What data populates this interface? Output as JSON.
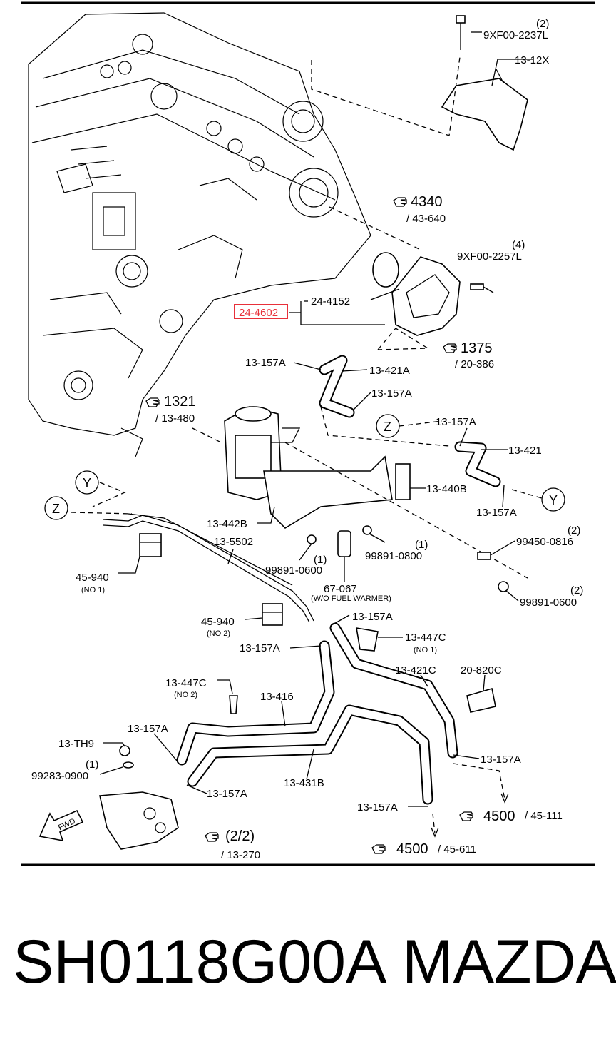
{
  "diagram": {
    "labels": {
      "p_9xf00_2237l": "9XF00-2237L",
      "q_2": "(2)",
      "p_13_12x": "13-12X",
      "ref_4340": "4340",
      "ref_4340_sub": "/ 43-640",
      "q_4": "(4)",
      "p_9xf00_2257l": "9XF00-2257L",
      "p_24_4152": "24-4152",
      "p_24_4602": "24-4602",
      "ref_1375": "1375",
      "ref_1375_sub": "/ 20-386",
      "p_13_157a_1": "13-157A",
      "p_13_421a": "13-421A",
      "p_13_157a_2": "13-157A",
      "ref_1321": "1321",
      "ref_1321_sub": "/ 13-480",
      "z_upper": "Z",
      "p_13_157a_3": "13-157A",
      "p_13_421": "13-421",
      "p_13_440b": "13-440B",
      "p_13_157a_4": "13-157A",
      "y_upper": "Y",
      "y_left": "Y",
      "z_left": "Z",
      "p_13_442b": "13-442B",
      "p_13_5502": "13-5502",
      "q_1a": "(1)",
      "p_99891_0800": "99891-0800",
      "q_2b": "(2)",
      "p_99450_0816": "99450-0816",
      "q_1b": "(1)",
      "p_99891_0600a": "99891-0600",
      "p_67_067": "67-067",
      "p_67_067_note": "(W/O FUEL WARMER)",
      "p_45_940a": "45-940",
      "p_45_940a_note": "(NO 1)",
      "q_2c": "(2)",
      "p_99891_0600b": "99891-0600",
      "p_45_940b": "45-940",
      "p_45_940b_note": "(NO 2)",
      "p_13_157a_5": "13-157A",
      "p_13_157a_6": "13-157A",
      "p_13_447c_a": "13-447C",
      "p_13_447c_a_note": "(NO 1)",
      "p_13_421c": "13-421C",
      "p_20_820c": "20-820C",
      "p_13_447c_b": "13-447C",
      "p_13_447c_b_note": "(NO 2)",
      "p_13_416": "13-416",
      "p_13_157a_7": "13-157A",
      "p_13_th9": "13-TH9",
      "q_1c": "(1)",
      "p_99283_0900": "99283-0900",
      "p_13_157a_8": "13-157A",
      "p_13_157a_9": "13-157A",
      "p_13_431b": "13-431B",
      "p_13_157a_10": "13-157A",
      "ref_4500a": "4500",
      "ref_4500a_sub": "/ 45-111",
      "ref_22": "(2/2)",
      "ref_22_sub": "/ 13-270",
      "ref_4500b": "4500",
      "ref_4500b_sub": "/ 45-611",
      "fwd": "FWD"
    },
    "highlight_color": "#e8303a"
  },
  "footer": {
    "part_number": "SH0118G00A",
    "brand": "MAZDA"
  }
}
